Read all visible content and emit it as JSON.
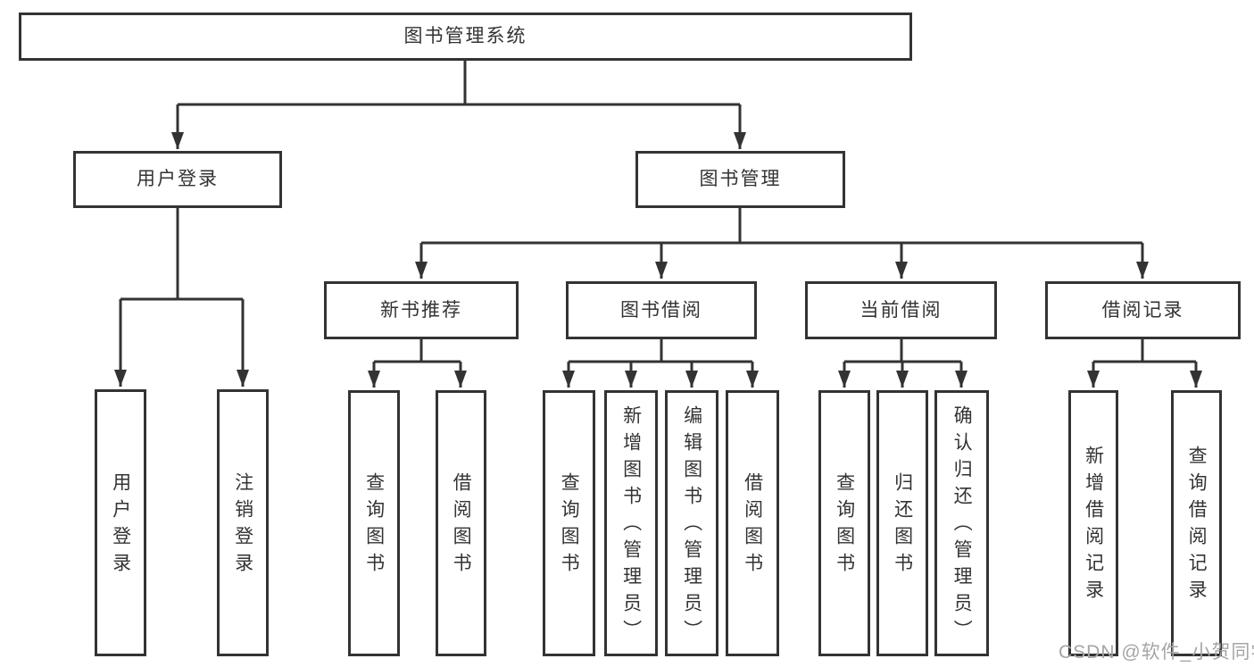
{
  "colors": {
    "background": "#ffffff",
    "line": "#333333",
    "text": "#333333",
    "watermark": "#a5a5a5"
  },
  "watermark": {
    "text": "CSDN @软件_小贺同学"
  },
  "tree": {
    "label": "图书管理系统",
    "children": [
      {
        "label": "用户登录",
        "children": [
          {
            "label": "用户登录"
          },
          {
            "label": "注销登录"
          }
        ]
      },
      {
        "label": "图书管理",
        "children": [
          {
            "label": "新书推荐",
            "children": [
              {
                "label": "查询图书"
              },
              {
                "label": "借阅图书"
              }
            ]
          },
          {
            "label": "图书借阅",
            "children": [
              {
                "label": "查询图书"
              },
              {
                "label": "新增图书（管理员）"
              },
              {
                "label": "编辑图书（管理员）"
              },
              {
                "label": "借阅图书"
              }
            ]
          },
          {
            "label": "当前借阅",
            "children": [
              {
                "label": "查询图书"
              },
              {
                "label": "归还图书"
              },
              {
                "label": "确认归还（管理员）"
              }
            ]
          },
          {
            "label": "借阅记录",
            "children": [
              {
                "label": "新增借阅记录"
              },
              {
                "label": "查询借阅记录"
              }
            ]
          }
        ]
      }
    ]
  }
}
